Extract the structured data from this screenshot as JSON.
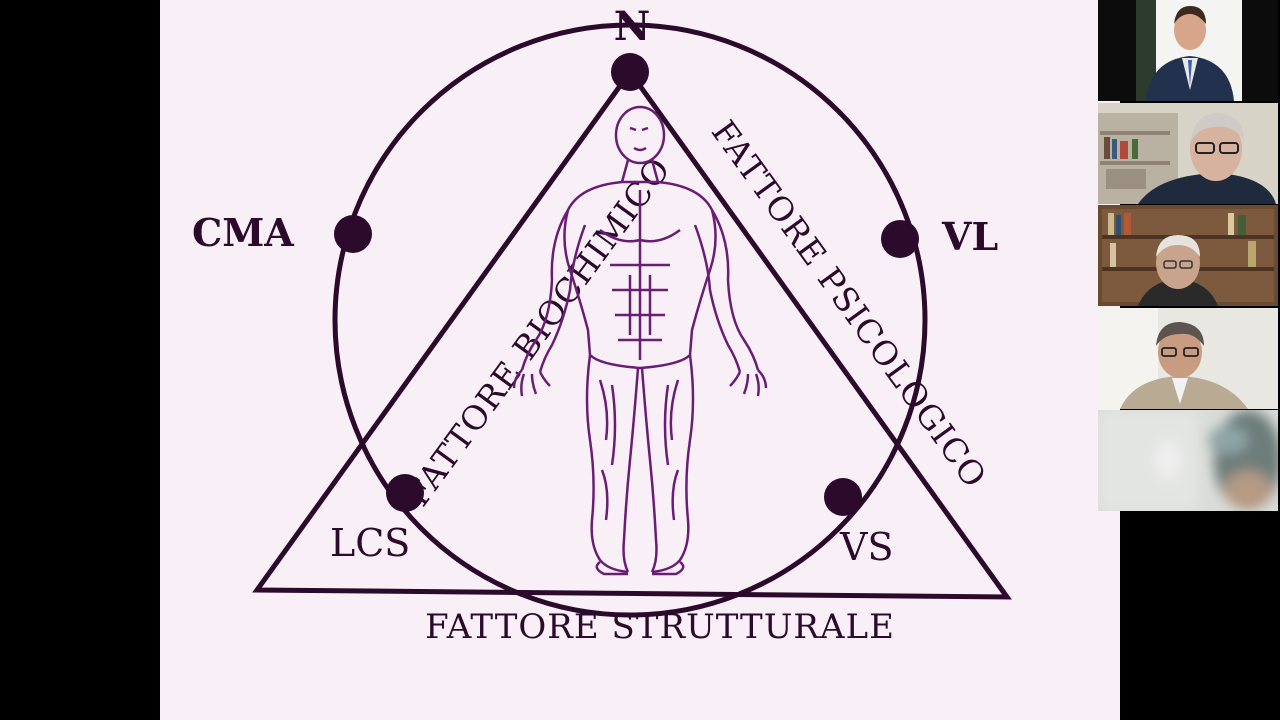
{
  "slide": {
    "labels": {
      "top_node": "N",
      "left_node": "CMA",
      "right_node": "VL",
      "bottom_left_node": "LCS",
      "bottom_right_node": "VS",
      "left_side": "FATTORE BIOCHIMICO",
      "right_side": "FATTORE PSICOLOGICO",
      "base": "FATTORE STRUTTURALE"
    },
    "colors": {
      "background": "#f9f0f7",
      "ink": "#2b0a2c",
      "figure": "#6a1d74"
    },
    "figure_icon": "human-anatomy-figure"
  },
  "participants": [
    {
      "id": "participant-1",
      "icon": "video-tile"
    },
    {
      "id": "participant-2",
      "icon": "video-tile"
    },
    {
      "id": "participant-3",
      "icon": "video-tile"
    },
    {
      "id": "participant-4",
      "icon": "video-tile"
    },
    {
      "id": "participant-5",
      "icon": "video-tile"
    }
  ]
}
